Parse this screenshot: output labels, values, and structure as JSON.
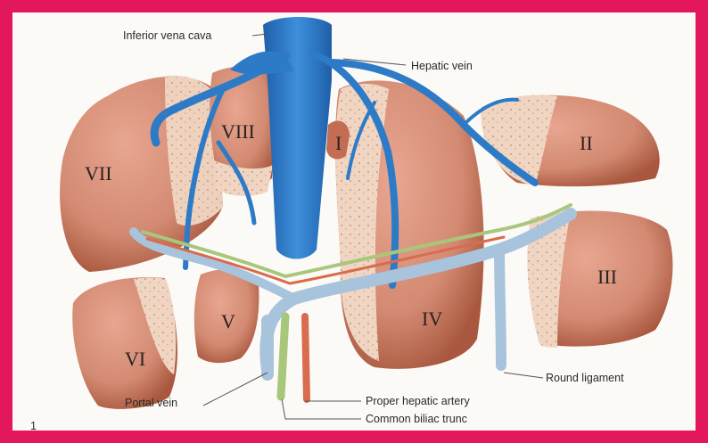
{
  "diagram": {
    "segments": [
      "I",
      "II",
      "III",
      "IV",
      "V",
      "VI",
      "VII",
      "VIII"
    ],
    "labels": {
      "ivc": "Inferior vena cava",
      "hepatic_vein": "Hepatic vein",
      "round_ligament": "Round ligament",
      "proper_hepatic_artery": "Proper hepatic artery",
      "common_biliac_trunc": "Common biliac trunc",
      "portal_vein": "Portal vein"
    },
    "page_mark": "1"
  },
  "colors": {
    "border": "#e3185c",
    "liver": "#d9907a",
    "liver_shade": "#b8664f",
    "parenchyma": "#efd3bf",
    "vein": "#2d7bc7",
    "portal": "#a8c4dd",
    "artery": "#d96b4e",
    "bile": "#a9c77c"
  }
}
